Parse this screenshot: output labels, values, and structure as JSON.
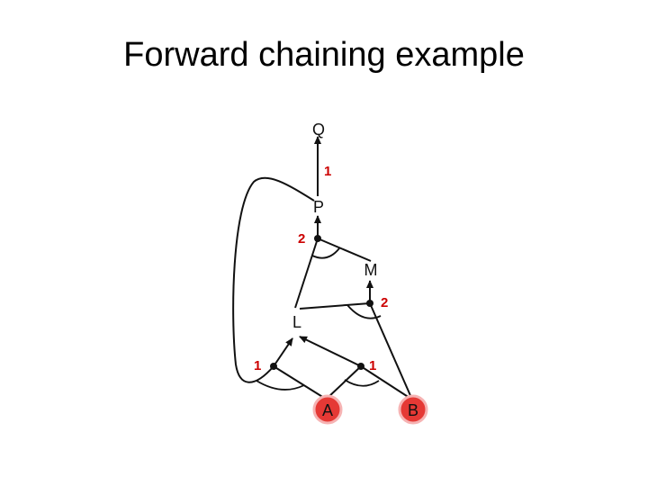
{
  "slide": {
    "title": "Forward chaining example"
  },
  "diagram": {
    "colors": {
      "line": "#111111",
      "count": "#cc0000",
      "known_fill": "#e53935",
      "known_ring": "#f6b3b3"
    },
    "nodes": {
      "Q": "Q",
      "P": "P",
      "M": "M",
      "L": "L",
      "A": "A",
      "B": "B"
    },
    "counts": {
      "rule_p_to_q": "1",
      "rule_lm_to_p": "2",
      "rule_bl_to_m": "2",
      "rule_ap_to_l": "1",
      "rule_ab_to_l": "1"
    },
    "known_facts": [
      "A",
      "B"
    ]
  }
}
